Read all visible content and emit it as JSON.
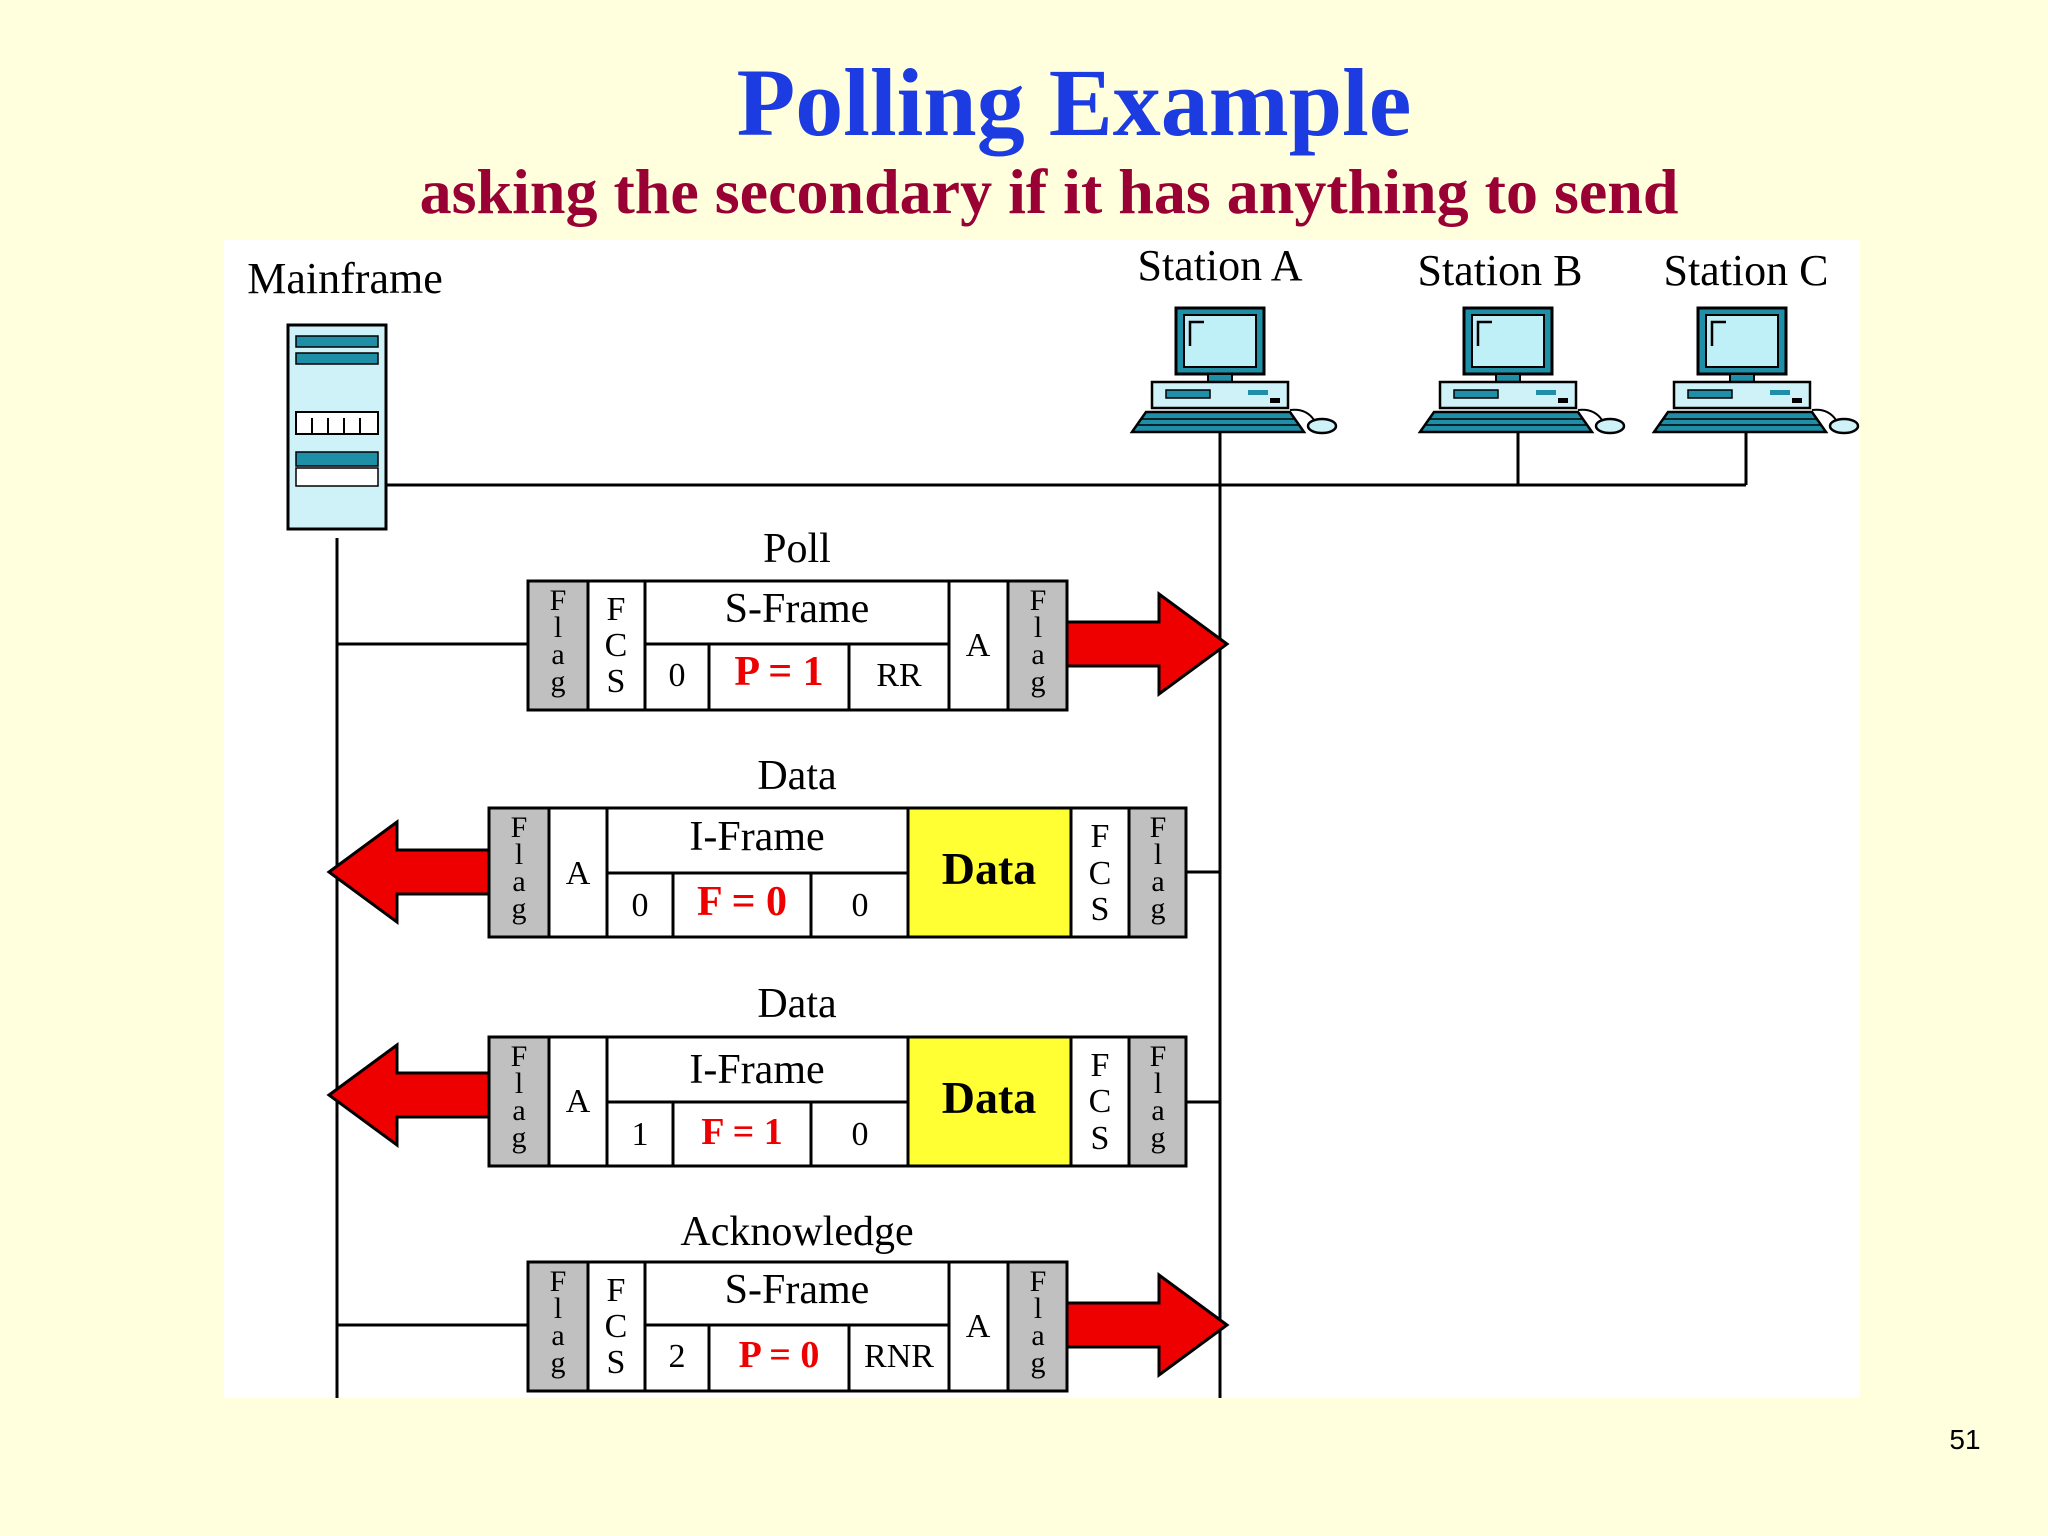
{
  "title": "Polling Example",
  "subtitle": "asking the secondary if it has anything to send",
  "slide_number": "51",
  "nodes": {
    "mainframe": "Mainframe",
    "station_a": "Station A",
    "station_b": "Station B",
    "station_c": "Station C"
  },
  "frames": [
    {
      "caption": "Poll",
      "direction": "to-station-a",
      "type_label": "S-Frame",
      "flag_left": [
        "F",
        "l",
        "a",
        "g"
      ],
      "fcs": [
        "F",
        "C",
        "S"
      ],
      "seq": "0",
      "pf": "P = 1",
      "code": "RR",
      "address": "A",
      "flag_right": [
        "F",
        "l",
        "a",
        "g"
      ]
    },
    {
      "caption": "Data",
      "direction": "to-mainframe",
      "type_label": "I-Frame",
      "flag_left": [
        "F",
        "l",
        "a",
        "g"
      ],
      "address": "A",
      "seq": "0",
      "pf": "F = 0",
      "ack": "0",
      "data": "Data",
      "fcs": [
        "F",
        "C",
        "S"
      ],
      "flag_right": [
        "F",
        "l",
        "a",
        "g"
      ]
    },
    {
      "caption": "Data",
      "direction": "to-mainframe",
      "type_label": "I-Frame",
      "flag_left": [
        "F",
        "l",
        "a",
        "g"
      ],
      "address": "A",
      "seq": "1",
      "pf": "F = 1",
      "ack": "0",
      "data": "Data",
      "fcs": [
        "F",
        "C",
        "S"
      ],
      "flag_right": [
        "F",
        "l",
        "a",
        "g"
      ]
    },
    {
      "caption": "Acknowledge",
      "direction": "to-station-a",
      "type_label": "S-Frame",
      "flag_left": [
        "F",
        "l",
        "a",
        "g"
      ],
      "fcs": [
        "F",
        "C",
        "S"
      ],
      "seq": "2",
      "pf": "P = 0",
      "code": "RNR",
      "address": "A",
      "flag_right": [
        "F",
        "l",
        "a",
        "g"
      ]
    }
  ],
  "colors": {
    "title": "#1C3BE0",
    "subtitle": "#990033",
    "arrow": "#EE0000",
    "data_field": "#FFFF33",
    "flag_field": "#C0C0C0",
    "pf_text": "#EE0000"
  }
}
